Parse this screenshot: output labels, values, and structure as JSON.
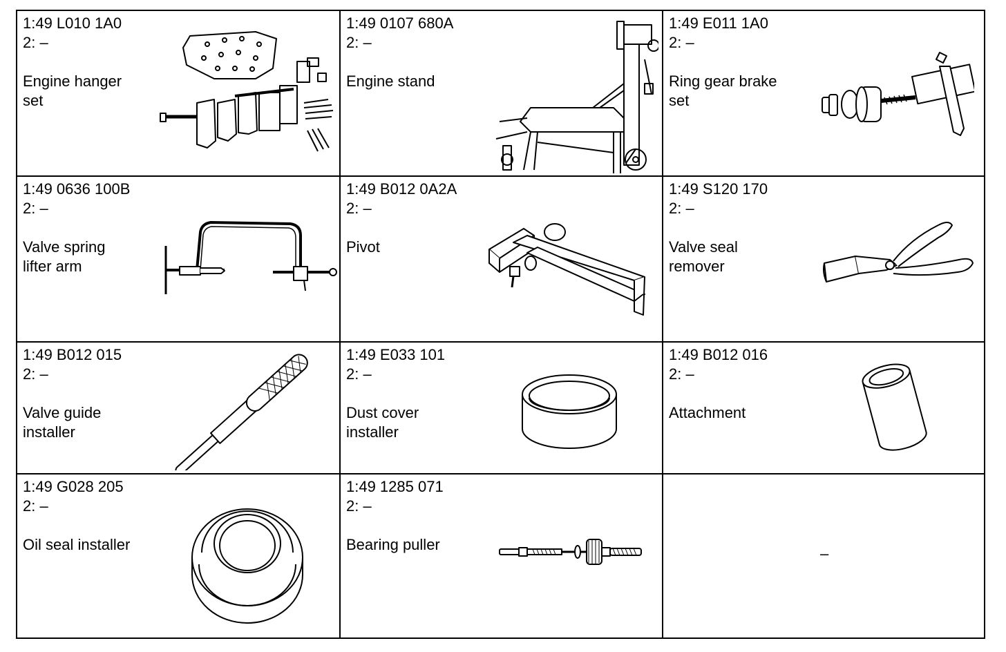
{
  "tools": [
    {
      "number": "1:49 L010 1A0",
      "sub": "2: –",
      "name": "Engine hanger\nset",
      "icon": "engine-hanger-set-icon"
    },
    {
      "number": "1:49 0107 680A",
      "sub": "2: –",
      "name": "Engine stand",
      "icon": "engine-stand-icon"
    },
    {
      "number": "1:49 E011 1A0",
      "sub": "2: –",
      "name": "Ring gear brake\nset",
      "icon": "ring-gear-brake-icon"
    },
    {
      "number": "1:49 0636 100B",
      "sub": "2: –",
      "name": "Valve spring\nlifter arm",
      "icon": "valve-spring-lifter-icon"
    },
    {
      "number": "1:49 B012 0A2A",
      "sub": "2: –",
      "name": "Pivot",
      "icon": "pivot-icon"
    },
    {
      "number": "1:49 S120 170",
      "sub": "2: –",
      "name": "Valve seal\nremover",
      "icon": "pliers-icon"
    },
    {
      "number": "1:49 B012 015",
      "sub": "2: –",
      "name": "Valve guide\ninstaller",
      "icon": "valve-guide-installer-icon"
    },
    {
      "number": "1:49 E033 101",
      "sub": "2: –",
      "name": "Dust cover\ninstaller",
      "icon": "dust-cover-installer-icon"
    },
    {
      "number": "1:49 B012 016",
      "sub": "2: –",
      "name": "Attachment",
      "icon": "attachment-sleeve-icon"
    },
    {
      "number": "1:49 G028 205",
      "sub": "2: –",
      "name": "Oil seal installer",
      "icon": "oil-seal-installer-icon"
    },
    {
      "number": "1:49 1285 071",
      "sub": "2: –",
      "name": "Bearing puller",
      "icon": "bearing-puller-icon"
    }
  ],
  "empty_cell": {
    "text": "–"
  }
}
